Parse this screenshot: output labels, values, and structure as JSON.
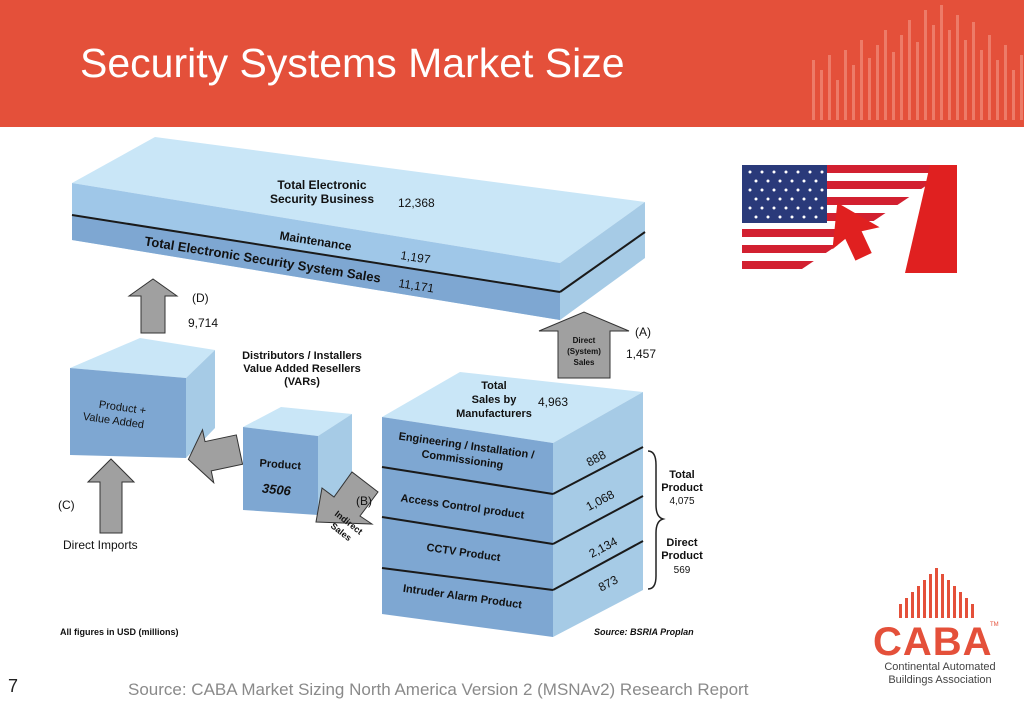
{
  "slide": {
    "title": "Security Systems Market Size",
    "page_number": "7",
    "source": "Source:  CABA Market Sizing North America Version 2 (MSNAv2) Research Report",
    "colors": {
      "header": "#e4503a",
      "box_light": "#c9e6f7",
      "box_mid": "#a6cbe6",
      "box_dark": "#7ea7d2",
      "arrow": "#9b9b9b"
    }
  },
  "diagram": {
    "top_block": {
      "title_line1": "Total Electronic",
      "title_line2": "Security Business",
      "total": "12,368",
      "maintenance_label": "Maintenance",
      "maintenance_value": "1,197",
      "sales_label": "Total Electronic Security System Sales",
      "sales_value": "11,171"
    },
    "arrow_d": {
      "label": "(D)",
      "value": "9,714"
    },
    "product_value_added": {
      "line1": "Product +",
      "line2": "Value Added"
    },
    "distributors": {
      "line1": "Distributors / Installers",
      "line2": "Value Added Resellers",
      "line3": "(VARs)"
    },
    "product_box": {
      "label": "Product",
      "value": "3506"
    },
    "arrow_c": {
      "label": "(C)",
      "text": "Direct Imports"
    },
    "arrow_b": {
      "label": "(B)",
      "line1": "Indirect",
      "line2": "Sales"
    },
    "arrow_a": {
      "label": "(A)",
      "value": "1,457",
      "line1": "Direct",
      "line2": "(System)",
      "line3": "Sales"
    },
    "manufacturers": {
      "line1": "Total",
      "line2": "Sales by",
      "line3": "Manufacturers",
      "value": "4,963",
      "rows": [
        {
          "line1": "Engineering / Installation /",
          "line2": "Commissioning",
          "value": "888"
        },
        {
          "line1": "Access Control product",
          "line2": "",
          "value": "1,068"
        },
        {
          "line1": "CCTV Product",
          "line2": "",
          "value": "2,134"
        },
        {
          "line1": "Intruder Alarm Product",
          "line2": "",
          "value": "873"
        }
      ]
    },
    "total_product": {
      "line1": "Total",
      "line2": "Product",
      "value": "4,075"
    },
    "direct_product": {
      "line1": "Direct",
      "line2": "Product",
      "value": "569"
    },
    "note_left": "All figures in USD (millions)",
    "note_right": "Source: BSRIA  Proplan"
  },
  "logo": {
    "name": "CABA",
    "tm": "TM",
    "sub_line1": "Continental Automated",
    "sub_line2": "Buildings Association"
  }
}
